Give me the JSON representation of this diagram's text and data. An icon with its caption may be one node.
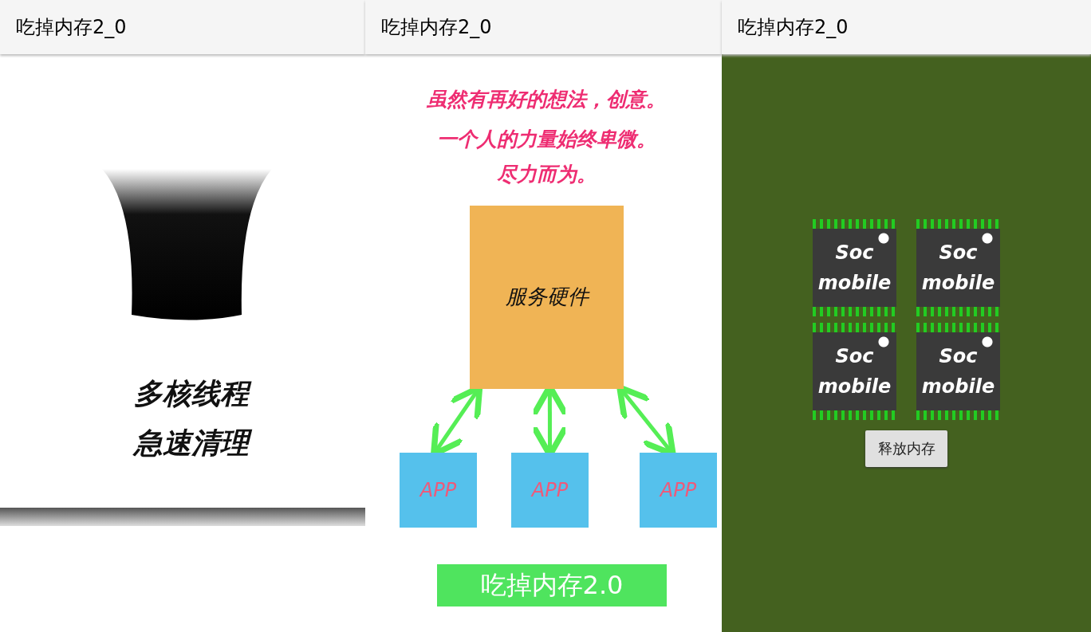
{
  "diagram": {
    "nodes": [
      {
        "text": [
          "服务硬件"
        ]
      },
      {
        "text": [
          "APP"
        ]
      },
      {
        "text": [
          "APP"
        ]
      },
      {
        "text": [
          "APP"
        ]
      },
      {
        "text": [
          "吃掉内存2.0"
        ]
      },
      {
        "text": [
          "Soc mobile"
        ]
      },
      {
        "text": [
          "Soc mobile"
        ]
      },
      {
        "text": [
          "Soc mobile"
        ]
      },
      {
        "text": [
          "Soc mobile"
        ]
      },
      {
        "text": [
          "释放内存"
        ]
      }
    ],
    "edges": [
      {
        "from": 1,
        "to": 0,
        "arrow": "both"
      },
      {
        "from": 2,
        "to": 0,
        "arrow": "both"
      },
      {
        "from": 3,
        "to": 0,
        "arrow": "both"
      }
    ],
    "labels": [
      "吃掉内存2_0",
      "吃掉内存2_0",
      "吃掉内存2_0",
      "多核线程",
      "急速清理",
      "虽然有再好的想法，创意。",
      "一个人的力量始终卑微。",
      "尽力而为。"
    ]
  }
}
